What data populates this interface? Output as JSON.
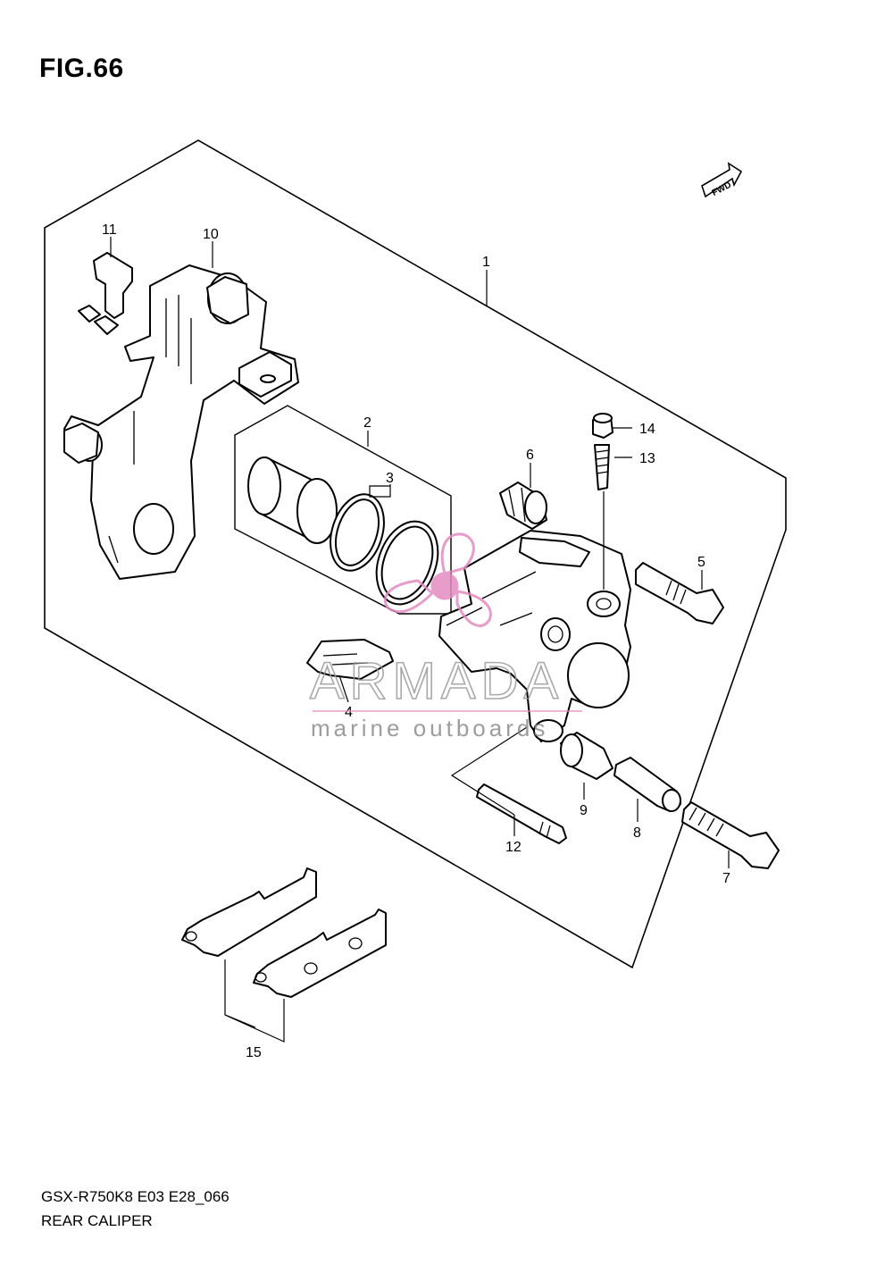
{
  "figure": {
    "title": "FIG.66"
  },
  "footer": {
    "model_code": "GSX-R750K8 E03 E28_066",
    "assembly_name": "REAR CALIPER"
  },
  "badge": {
    "fwd": "FWD"
  },
  "watermark": {
    "brand": "ARMADA",
    "tagline": "marine outboards",
    "accent_color": "#e48bc0"
  },
  "parts": {
    "p1": "1",
    "p2": "2",
    "p3": "3",
    "p4": "4",
    "p5": "5",
    "p6": "6",
    "p7": "7",
    "p8": "8",
    "p9": "9",
    "p10": "10",
    "p11": "11",
    "p12": "12",
    "p13": "13",
    "p14": "14",
    "p15": "15"
  }
}
